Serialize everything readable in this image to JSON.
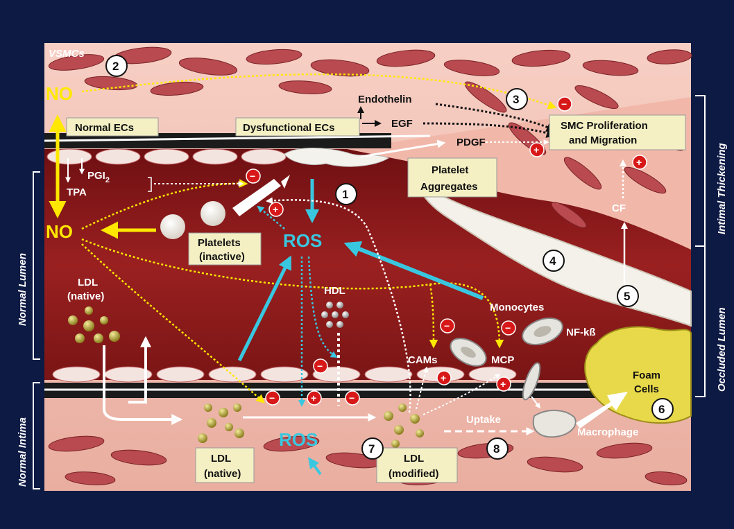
{
  "side_labels": {
    "normal_lumen": "Normal Lumen",
    "normal_intima": "Normal Intima",
    "intimal_thickening": "Intimal Thickening",
    "occluded_lumen": "Occluded Lumen"
  },
  "labels": {
    "vsmcs": "VSMCs",
    "no_top": "NO",
    "no_mid": "NO",
    "normal_ecs": "Normal ECs",
    "dysfunctional_ecs": "Dysfunctional ECs",
    "endothelin": "Endothelin",
    "egf": "EGF",
    "pdgf": "PDGF",
    "smc_line1": "SMC Proliferation",
    "smc_line2": "and Migration",
    "pgi2": "PGI",
    "pgi2_sub": "2",
    "tpa": "TPA",
    "platelet_agg_1": "Platelet",
    "platelet_agg_2": "Aggregates",
    "platelets_1": "Platelets",
    "platelets_2": "(inactive)",
    "ros_main": "ROS",
    "ros_intima": "ROS",
    "cf": "CF",
    "ldl_native_lumen_1": "LDL",
    "ldl_native_lumen_2": "(native)",
    "hdl": "HDL",
    "monocytes": "Monocytes",
    "nfkb": "NF-kß",
    "cams": "CAMs",
    "mcp": "MCP",
    "foam_1": "Foam",
    "foam_2": "Cells",
    "uptake": "Uptake",
    "macrophage": "Macrophage",
    "ldl_native_intima_1": "LDL",
    "ldl_native_intima_2": "(native)",
    "ldl_modified_1": "LDL",
    "ldl_modified_2": "(modified)"
  },
  "step_numbers": [
    "1",
    "2",
    "3",
    "4",
    "5",
    "6",
    "7",
    "8"
  ],
  "signs": {
    "minus": "−",
    "plus": "+"
  },
  "colors": {
    "no_yellow": "#ffe800",
    "ros_cyan": "#39c7e0",
    "lumen": "#8a1a1a",
    "vessel_wall": "#f2c2b6",
    "label_box": "#f4f0c4",
    "inhibit_red": "#d81818",
    "background": "#0d1a44"
  }
}
